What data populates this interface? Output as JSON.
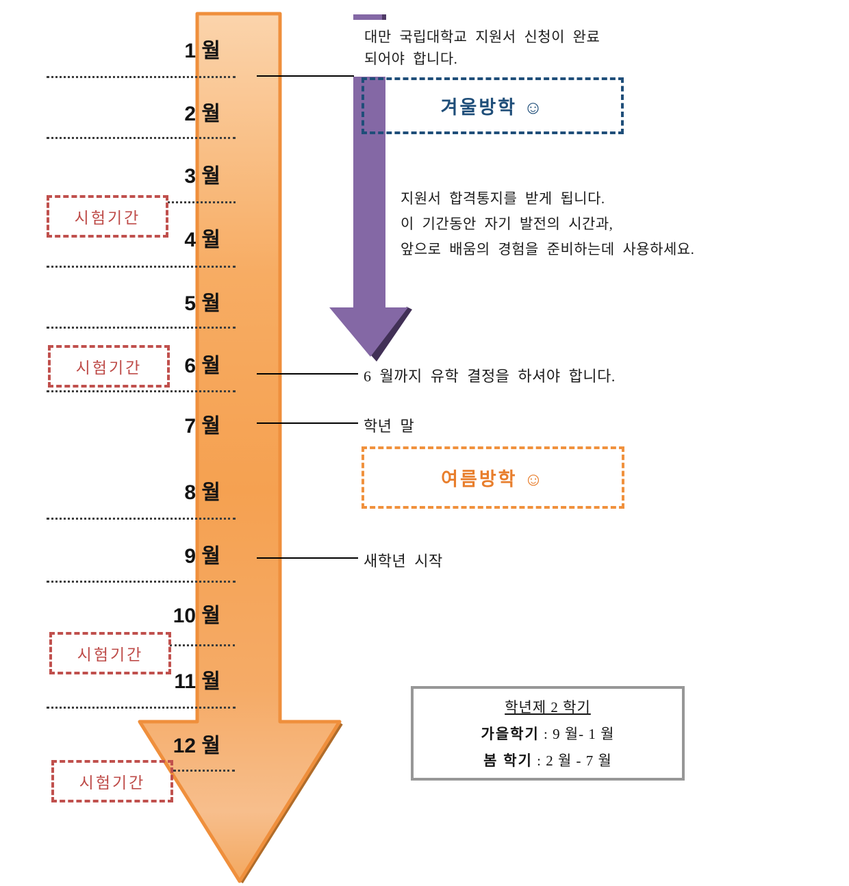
{
  "timeline": {
    "month_numbers": [
      "1",
      "2",
      "3",
      "4",
      "5",
      "6",
      "7",
      "8",
      "9",
      "10",
      "11",
      "12"
    ],
    "month_suffix": "월",
    "exam_label": "시험기간"
  },
  "annotations": {
    "top": [
      "대만 국립대학교 지원서 신청이 완료",
      "되어야 합니다."
    ],
    "winter_label": "겨울방학 ☺",
    "accept": [
      "지원서 합격통지를 받게 됩니다.",
      "이 기간동안 자기 발전의 시간과,",
      "앞으로 배움의 경험을 준비하는데 사용하세요."
    ],
    "june_decision": "6 월까지 유학 결정을 하셔야 합니다.",
    "school_year_end": "학년 말",
    "summer_label": "여름방학 ☺",
    "new_school_year": "새학년 시작"
  },
  "semester_box": {
    "title": "학년제 2 학기",
    "fall_term": "가을학기",
    "fall_range": " : 9 월- 1 월",
    "spring_term": "봄 학기",
    "spring_range": " : 2 월 - 7 월"
  },
  "colors": {
    "arrow_orange_border": "#EF8F3C",
    "arrow_orange_fill": "#F5A355",
    "arrow_orange_light": "#FBD4AC",
    "purple": "#8468A5",
    "purple_shadow": "#413056",
    "winter_blue": "#1F4E79",
    "exam_red": "#C0504D",
    "summer_orange": "#E87E2C",
    "box_gray": "#979797"
  }
}
